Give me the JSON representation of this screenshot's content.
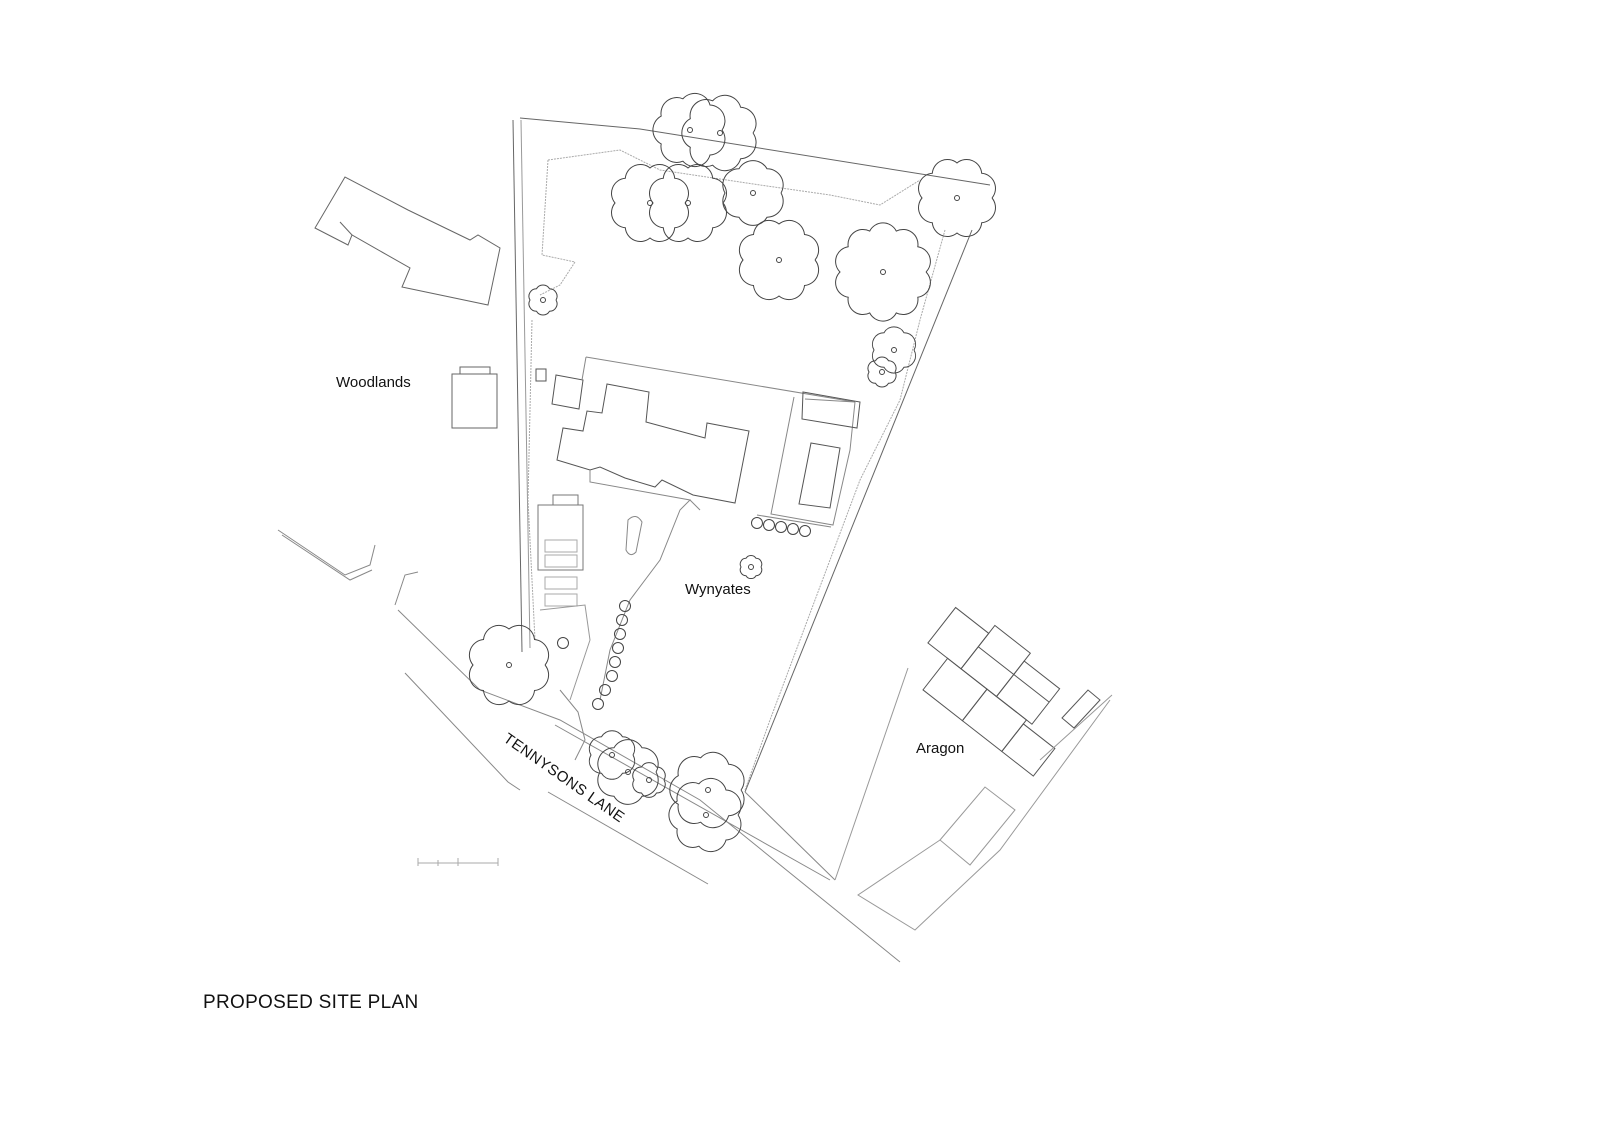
{
  "drawing": {
    "title": "PROPOSED SITE PLAN",
    "labels": {
      "woodlands": "Woodlands",
      "wynyates": "Wynyates",
      "aragon": "Aragon",
      "road": "TENNYSONS LANE"
    }
  },
  "colors": {
    "line": "#555555",
    "light": "#9a9a9a",
    "tree": "#444444"
  }
}
